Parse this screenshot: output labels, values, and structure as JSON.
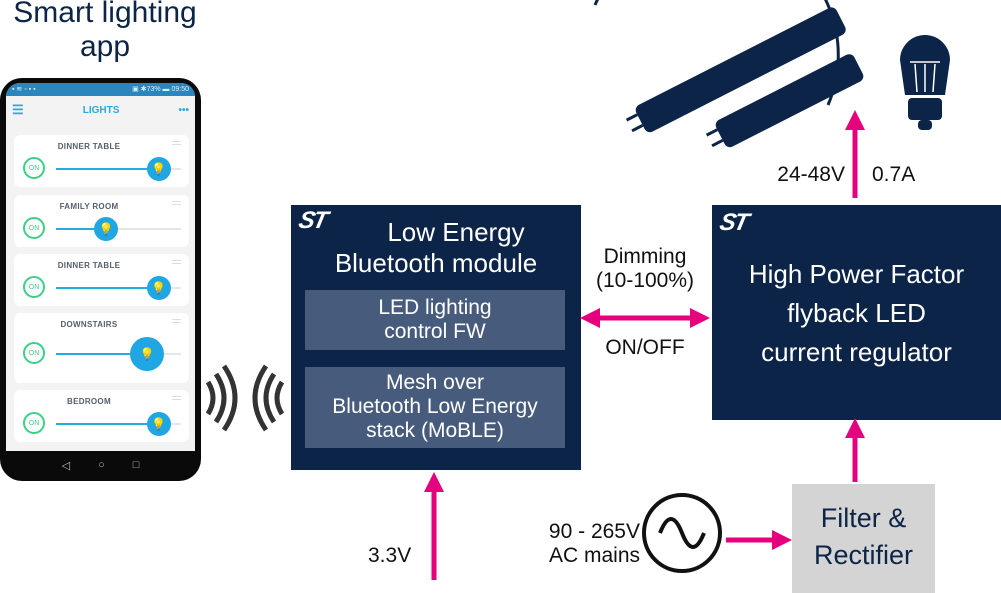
{
  "title": "Smart lighting app",
  "phone": {
    "status_left": "▪ ≋ ◦ ▪ ▪",
    "status_right": "▣ ✱73% ▬ 09:50",
    "header": "LIGHTS",
    "menu_icon": "☰",
    "more_icon": "•••",
    "on_label": "ON",
    "lights": [
      {
        "name": "DINNER TABLE",
        "level": 0.82
      },
      {
        "name": "FAMILY ROOM",
        "level": 0.4
      },
      {
        "name": "DINNER TABLE",
        "level": 0.82
      },
      {
        "name": "DOWNSTAIRS",
        "level": 0.73
      },
      {
        "name": "BEDROOM",
        "level": 0.82
      }
    ],
    "nav": [
      "◁",
      "○",
      "□"
    ]
  },
  "ble_module": {
    "logo": "ST",
    "title_line1": "Low Energy",
    "title_line2": "Bluetooth module",
    "fw_line1": "LED lighting",
    "fw_line2": "control FW",
    "stack_line1": "Mesh over",
    "stack_line2": "Bluetooth Low Energy",
    "stack_line3": "stack (MoBLE)"
  },
  "link": {
    "dimming": "Dimming",
    "range": "(10-100%)",
    "onoff": "ON/OFF"
  },
  "regulator": {
    "logo": "ST",
    "line1": "High Power Factor",
    "line2": "flyback LED",
    "line3": "current regulator"
  },
  "output": {
    "voltage": "24-48V",
    "current": "0.7A"
  },
  "supply": {
    "ble_voltage": "3.3V",
    "mains_line1": "90 - 265V",
    "mains_line2": "AC mains"
  },
  "filter": {
    "line1": "Filter &",
    "line2": "Rectifier"
  },
  "colors": {
    "navy": "#0b2447",
    "pink": "#e6007e",
    "inner": "#475c7c",
    "filter": "#d4d4d4"
  }
}
